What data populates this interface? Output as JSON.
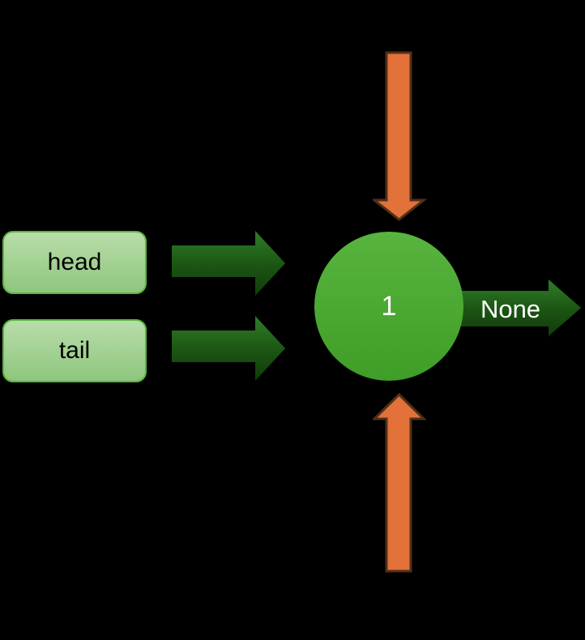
{
  "diagram": {
    "title": "linked-list-node-diagram",
    "background_color": "#000000",
    "pointers": [
      {
        "label": "head"
      },
      {
        "label": "tail"
      }
    ],
    "node": {
      "value": "1",
      "fill_top": "#58B43E",
      "fill_bottom": "#3F9E27",
      "text_color": "#FFFFFF"
    },
    "next_pointer": {
      "label": "None",
      "text_color": "#FFFFFF"
    },
    "colors": {
      "pointer_box_border": "#5BB43D",
      "pointer_box_fill_top": "#B9DDAA",
      "pointer_box_fill_bottom": "#8EC67E",
      "green_arrow_top": "#2F7E27",
      "green_arrow_mid": "#1B5413",
      "green_arrow_bottom": "#123B0C",
      "orange_arrow_fill": "#E2713A",
      "orange_arrow_border": "#503018",
      "pointer_text": "#000000"
    }
  }
}
